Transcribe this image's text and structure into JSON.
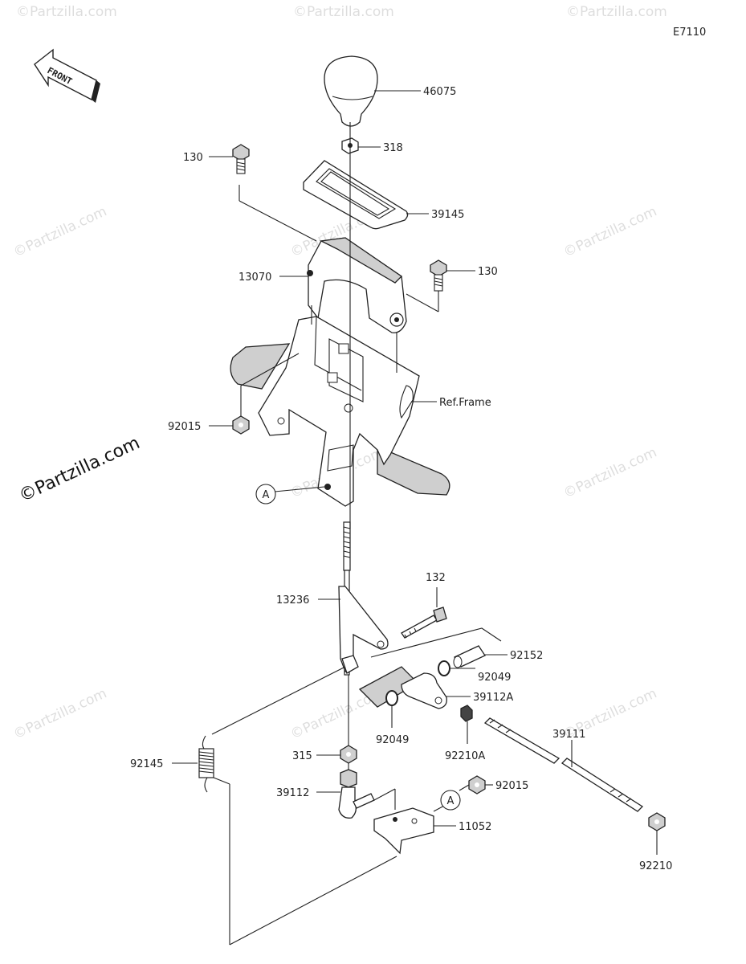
{
  "diagram_code": "E7110",
  "front_label": "FRONT",
  "watermark": "©Partzilla.com",
  "ref_circle": "A",
  "parts": {
    "p46075": "46075",
    "p318": "318",
    "p130_left": "130",
    "p39145": "39145",
    "p130_right": "130",
    "p13070": "13070",
    "ref_frame": "Ref.Frame",
    "p92015_top": "92015",
    "p132": "132",
    "p13236": "13236",
    "p92152": "92152",
    "p92049_right": "92049",
    "p39112A": "39112A",
    "p92049_left": "92049",
    "p92210A": "92210A",
    "p39111": "39111",
    "p92145": "92145",
    "p315": "315",
    "p39112": "39112",
    "p92015_bottom": "92015",
    "p11052": "11052",
    "p92210": "92210"
  }
}
